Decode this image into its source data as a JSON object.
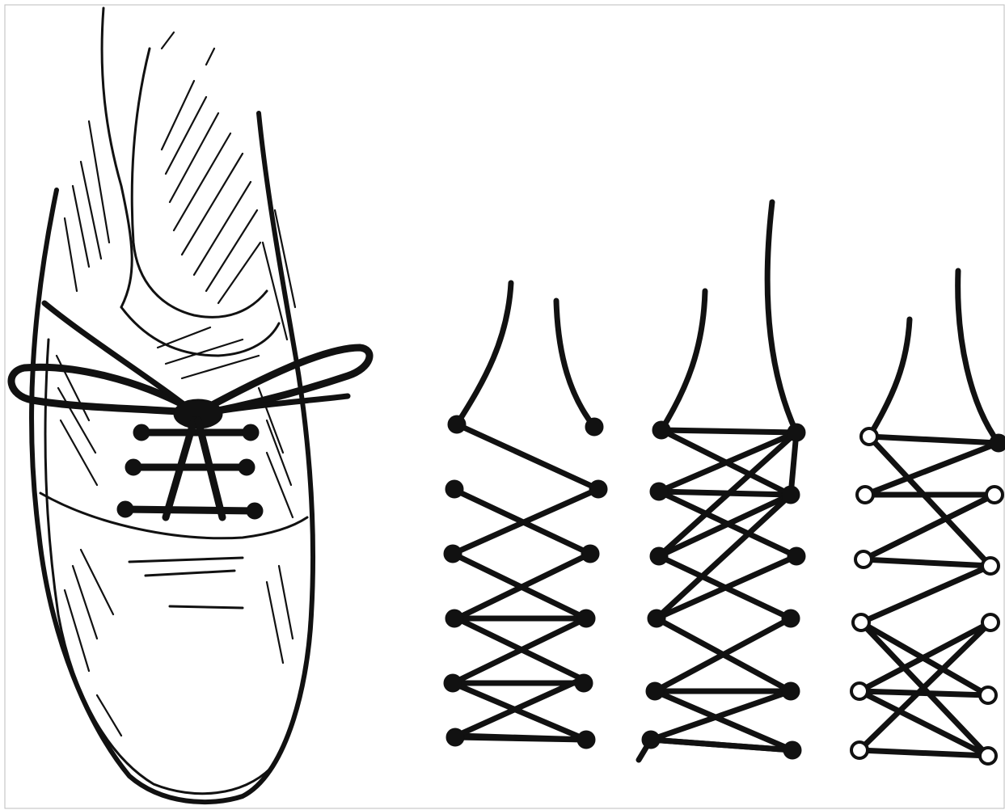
{
  "figure": {
    "ink_color": "#111111",
    "background_color": "#ffffff",
    "panels": [
      {
        "id": "shoe",
        "content": "shoe-sketch-with-bow"
      },
      {
        "id": "lacing-1",
        "eyelet_pairs": 6,
        "eyelet_style": "filled"
      },
      {
        "id": "lacing-2",
        "eyelet_pairs": 6,
        "eyelet_style": "filled"
      },
      {
        "id": "lacing-3",
        "eyelet_pairs": 6,
        "eyelet_style": "ring"
      }
    ]
  }
}
